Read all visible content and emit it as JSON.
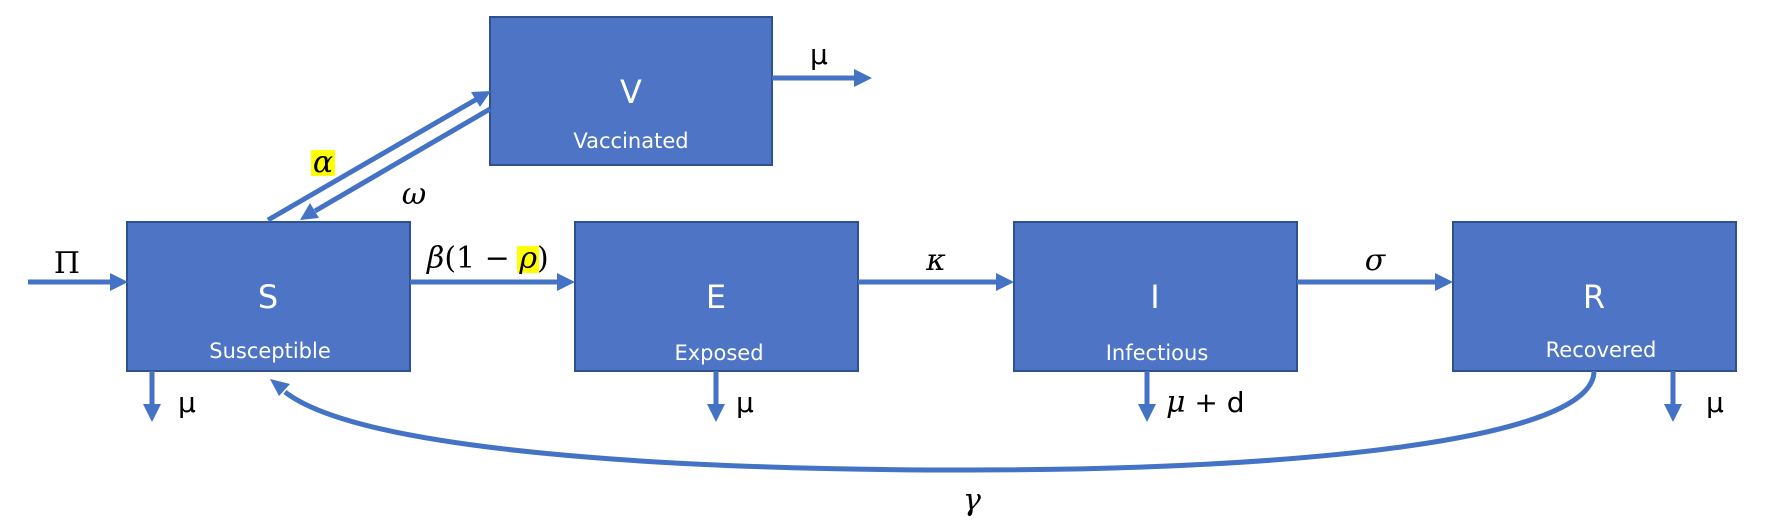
{
  "colors": {
    "box_fill": "#4e74c6",
    "box_stroke": "#2f528f",
    "arrow": "#4472c4",
    "highlight": "#ffff00"
  },
  "compartments": {
    "S": {
      "letter": "S",
      "name": "Susceptible"
    },
    "V": {
      "letter": "V",
      "name": "Vaccinated"
    },
    "E": {
      "letter": "E",
      "name": "Exposed"
    },
    "I": {
      "letter": "I",
      "name": "Infectious"
    },
    "R": {
      "letter": "R",
      "name": "Recovered"
    }
  },
  "rates": {
    "recruitment": "Π",
    "vaccination": "α",
    "waning": "ω",
    "infection_beta": "β",
    "infection_paren_open": "(1 − ",
    "infection_rho": "ρ",
    "infection_paren_close": ")",
    "progression": "κ",
    "recovery": "σ",
    "loss_of_immunity": "γ",
    "death_S": "μ",
    "death_V": "μ",
    "death_E": "μ",
    "death_I_mu": "μ",
    "death_I_extra": " + d",
    "death_R": "μ"
  }
}
